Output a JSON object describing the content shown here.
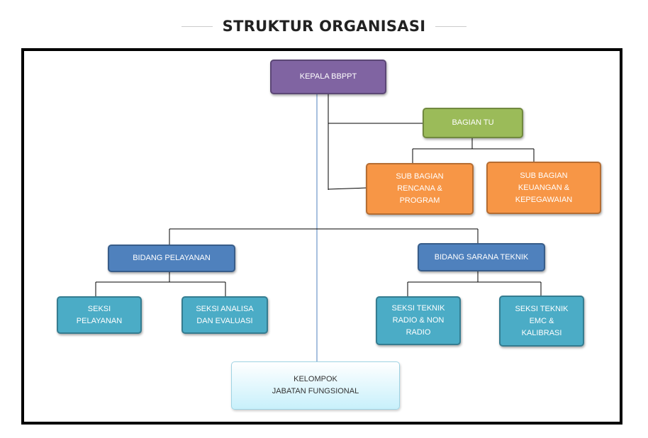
{
  "title": "STRUKTUR ORGANISASI",
  "colors": {
    "kepala": "#8064a2",
    "bagian_tu": "#9bbb59",
    "sub_bagian": "#f79646",
    "bidang": "#4f81bd",
    "seksi": "#4bacc6",
    "kelompok": "#c8f0fb"
  },
  "nodes": {
    "kepala": "KEPALA BBPPT",
    "bagian_tu": "BAGIAN TU",
    "sub_rencana": "SUB BAGIAN\nRENCANA &\nPROGRAM",
    "sub_keuangan": "SUB BAGIAN\nKEUANGAN &\nKEPEGAWAIAN",
    "bidang_pelayanan": "BIDANG PELAYANAN",
    "bidang_sarana": "BIDANG SARANA TEKNIK",
    "seksi_pelayanan": "SEKSI\nPELAYANAN",
    "seksi_analisa": "SEKSI ANALISA\nDAN EVALUASI",
    "seksi_radio": "SEKSI TEKNIK\nRADIO & NON\nRADIO",
    "seksi_emc": "SEKSI TEKNIK\nEMC &\nKALIBRASI",
    "kelompok": "KELOMPOK\nJABATAN FUNGSIONAL"
  }
}
